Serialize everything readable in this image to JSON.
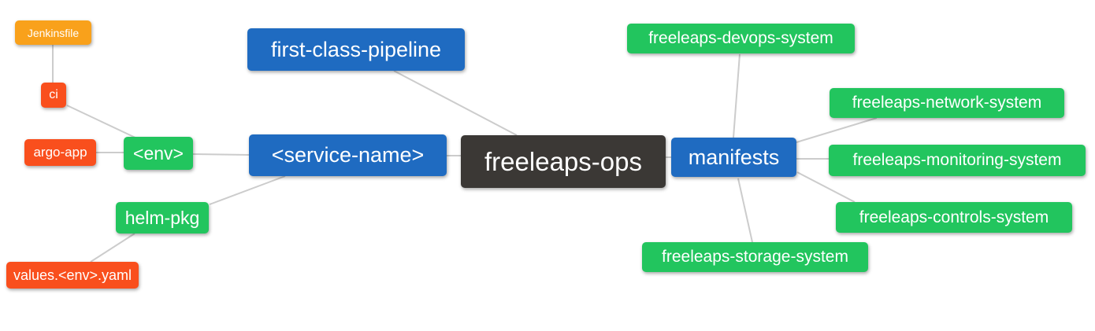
{
  "palette": {
    "orange": "#F9A11B",
    "red": "#F94F1D",
    "green": "#22C55E",
    "blue": "#1F6BC1",
    "dark": "#3B3835",
    "edge_line": "#CCCCCC",
    "background": "#FFFFFF",
    "node_text": "#FFFFFF"
  },
  "nodes": [
    {
      "id": "jenkinsfile",
      "label": "Jenkinsfile",
      "color": "orange"
    },
    {
      "id": "ci",
      "label": "ci",
      "color": "red"
    },
    {
      "id": "argo-app",
      "label": "argo-app",
      "color": "red"
    },
    {
      "id": "env",
      "label": "<env>",
      "color": "green"
    },
    {
      "id": "helm-pkg",
      "label": "helm-pkg",
      "color": "green"
    },
    {
      "id": "values-env-yaml",
      "label": "values.<env>.yaml",
      "color": "red"
    },
    {
      "id": "first-class-pipeline",
      "label": "first-class-pipeline",
      "color": "blue"
    },
    {
      "id": "service-name",
      "label": "<service-name>",
      "color": "blue"
    },
    {
      "id": "freeleaps-ops",
      "label": "freeleaps-ops",
      "color": "dark"
    },
    {
      "id": "manifests",
      "label": "manifests",
      "color": "blue"
    },
    {
      "id": "freeleaps-devops-system",
      "label": "freeleaps-devops-system",
      "color": "green"
    },
    {
      "id": "freeleaps-network-system",
      "label": "freeleaps-network-system",
      "color": "green"
    },
    {
      "id": "freeleaps-monitoring-system",
      "label": "freeleaps-monitoring-system",
      "color": "green"
    },
    {
      "id": "freeleaps-controls-system",
      "label": "freeleaps-controls-system",
      "color": "green"
    },
    {
      "id": "freeleaps-storage-system",
      "label": "freeleaps-storage-system",
      "color": "green"
    }
  ],
  "edges": [
    {
      "from": "jenkinsfile",
      "to": "ci"
    },
    {
      "from": "ci",
      "to": "env"
    },
    {
      "from": "argo-app",
      "to": "env"
    },
    {
      "from": "env",
      "to": "service-name"
    },
    {
      "from": "helm-pkg",
      "to": "service-name"
    },
    {
      "from": "values-env-yaml",
      "to": "helm-pkg"
    },
    {
      "from": "first-class-pipeline",
      "to": "freeleaps-ops"
    },
    {
      "from": "service-name",
      "to": "freeleaps-ops"
    },
    {
      "from": "freeleaps-ops",
      "to": "manifests"
    },
    {
      "from": "manifests",
      "to": "freeleaps-devops-system"
    },
    {
      "from": "manifests",
      "to": "freeleaps-network-system"
    },
    {
      "from": "manifests",
      "to": "freeleaps-monitoring-system"
    },
    {
      "from": "manifests",
      "to": "freeleaps-controls-system"
    },
    {
      "from": "manifests",
      "to": "freeleaps-storage-system"
    }
  ]
}
